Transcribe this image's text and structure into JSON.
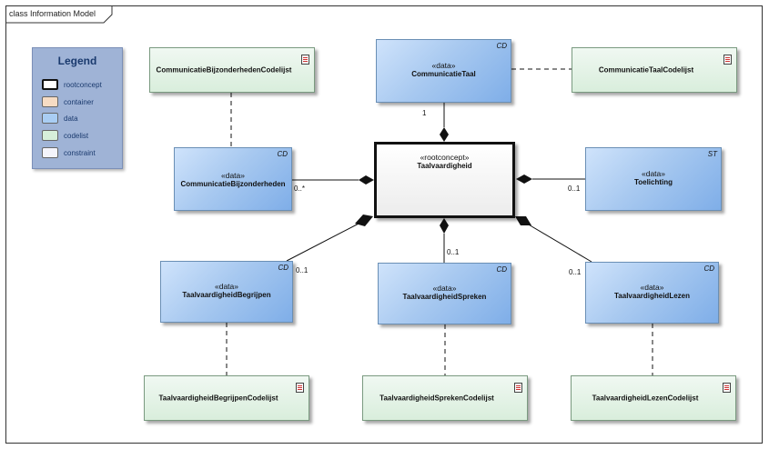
{
  "frame": {
    "title": "class Information Model"
  },
  "legend": {
    "title": "Legend",
    "items": [
      {
        "label": "rootconcept",
        "color": "#ffffff"
      },
      {
        "label": "container",
        "color": "#f6dcc4"
      },
      {
        "label": "data",
        "color": "#a9cdf3"
      },
      {
        "label": "codelist",
        "color": "#d6efda"
      },
      {
        "label": "constraint",
        "color": "#f4f4fb"
      }
    ]
  },
  "root": {
    "stereotype": "«rootconcept»",
    "name": "Taalvaardigheid"
  },
  "data_classes": {
    "communicatie_taal": {
      "stereotype": "«data»",
      "name": "CommunicatieTaal",
      "type": "CD"
    },
    "communicatie_bijzonderheden": {
      "stereotype": "«data»",
      "name": "CommunicatieBijzonderheden",
      "type": "CD"
    },
    "toelichting": {
      "stereotype": "«data»",
      "name": "Toelichting",
      "type": "ST"
    },
    "begrijpen": {
      "stereotype": "«data»",
      "name": "TaalvaardigheidBegrijpen",
      "type": "CD"
    },
    "spreken": {
      "stereotype": "«data»",
      "name": "TaalvaardigheidSpreken",
      "type": "CD"
    },
    "lezen": {
      "stereotype": "«data»",
      "name": "TaalvaardigheidLezen",
      "type": "CD"
    }
  },
  "codelists": {
    "bijzonderheden": "CommunicatieBijzonderhedenCodelijst",
    "taal": "CommunicatieTaalCodelijst",
    "begrijpen": "TaalvaardigheidBegrijpenCodelijst",
    "spreken": "TaalvaardigheidSprekenCodelijst",
    "lezen": "TaalvaardigheidLezenCodelijst"
  },
  "multiplicities": {
    "taal": "1",
    "bijzonderheden": "0..*",
    "toelichting": "0..1",
    "begrijpen": "0..1",
    "spreken": "0..1",
    "lezen": "0..1"
  }
}
